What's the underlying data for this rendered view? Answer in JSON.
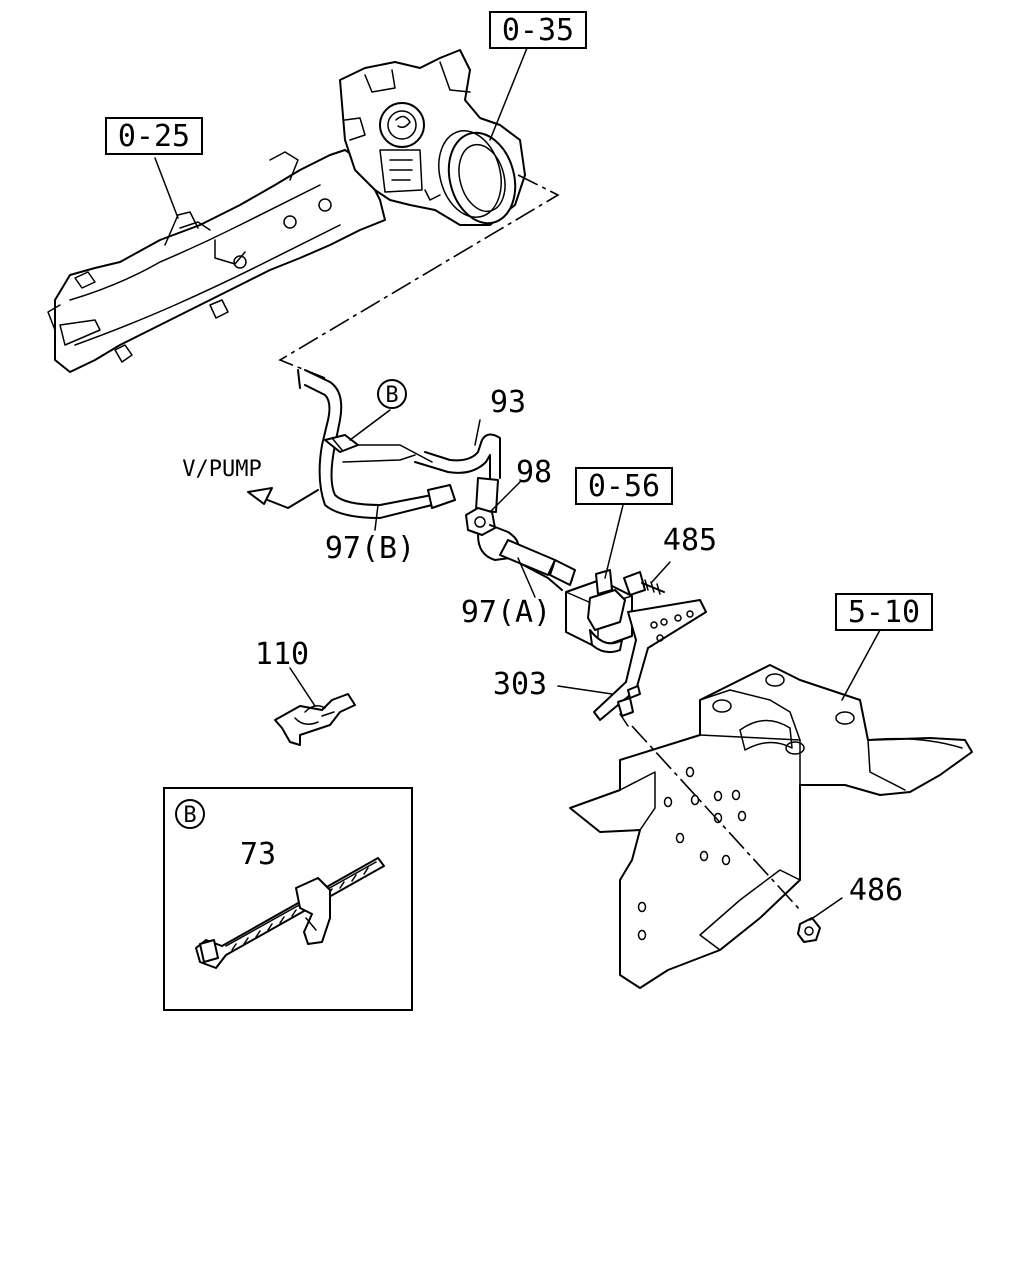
{
  "references": {
    "ref_0_35": "0-35",
    "ref_0_25": "0-25",
    "ref_0_56": "0-56",
    "ref_5_10": "5-10"
  },
  "parts": {
    "p93": "93",
    "p98": "98",
    "p97b": "97(B)",
    "p97a": "97(A)",
    "p485": "485",
    "p303": "303",
    "p110": "110",
    "p486": "486",
    "p73": "73"
  },
  "callouts": {
    "vpump": "V/PUMP",
    "detail_b": "B",
    "detail_b_inset": "B"
  },
  "colors": {
    "line": "#000000",
    "background": "#ffffff"
  }
}
